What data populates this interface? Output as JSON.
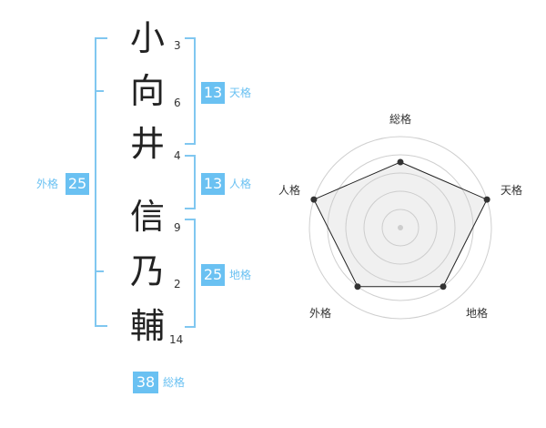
{
  "name_chars": [
    "小",
    "向",
    "井",
    "信",
    "乃",
    "輔"
  ],
  "stroke_counts": [
    "3",
    "6",
    "4",
    "9",
    "2",
    "14"
  ],
  "fortunes": {
    "tenkaku": {
      "value": "13",
      "label": "天格"
    },
    "jinkaku": {
      "value": "13",
      "label": "人格"
    },
    "chikaku": {
      "value": "25",
      "label": "地格"
    },
    "gaikaku": {
      "value": "25",
      "label": "外格"
    },
    "soukaku": {
      "value": "38",
      "label": "総格"
    }
  },
  "radar": {
    "labels": [
      "総格",
      "天格",
      "地格",
      "外格",
      "人格"
    ],
    "scores": [
      0.72,
      1.0,
      0.8,
      0.8,
      1.0
    ]
  },
  "colors": {
    "accent": "#6ac1f2",
    "bracket": "#80c7f0",
    "text": "#222222"
  }
}
